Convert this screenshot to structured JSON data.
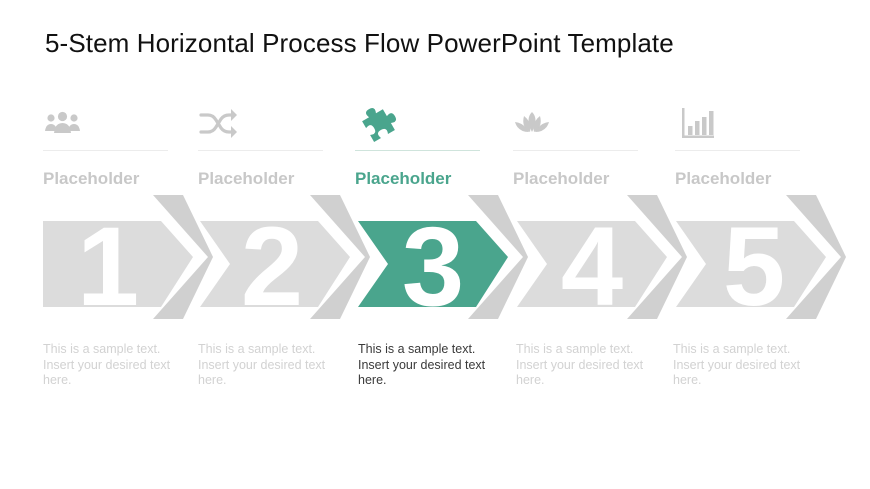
{
  "title": "5-Stem Horizontal Process Flow PowerPoint Template",
  "colors": {
    "accent": "#4aa58d",
    "inactive_shape": "#dcdcdc",
    "inactive_text": "#c8c8c8",
    "active_text": "#3a3a3a"
  },
  "stages": [
    {
      "number": "1",
      "label": "Placeholder",
      "icon": "people-group-icon",
      "text": "This is a sample text. Insert your desired text here.",
      "active": false
    },
    {
      "number": "2",
      "label": "Placeholder",
      "icon": "shuffle-icon",
      "text": "This is a sample text. Insert your desired text here.",
      "active": false
    },
    {
      "number": "3",
      "label": "Placeholder",
      "icon": "puzzle-piece-icon",
      "text": "This is a sample text. Insert your desired text here.",
      "active": true
    },
    {
      "number": "4",
      "label": "Placeholder",
      "icon": "lotus-icon",
      "text": "This is a sample text. Insert your desired text here.",
      "active": false
    },
    {
      "number": "5",
      "label": "Placeholder",
      "icon": "bar-chart-icon",
      "text": "This is a sample text. Insert your desired text here.",
      "active": false
    }
  ]
}
